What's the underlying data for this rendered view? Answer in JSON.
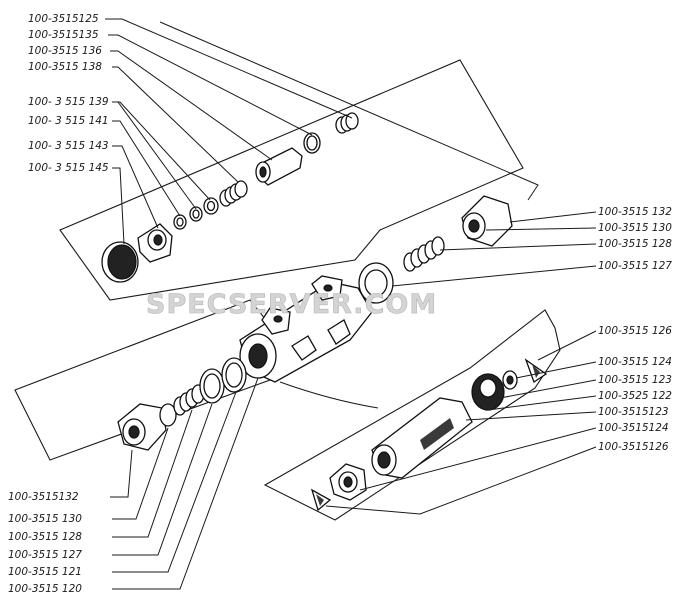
{
  "watermark": "SPECSERVER.COM",
  "labels_top_left": [
    "100-3515125",
    "100-3515135",
    "100-3515 136",
    "100-3515 138",
    "100- 3 515 139",
    "100- 3 515 141",
    "100- 3 515 143",
    "100- 3 515 145"
  ],
  "labels_right": [
    "100-3515 132",
    "100-3515 130",
    "100-3515 128",
    "100-3515 127",
    "100-3515 126",
    "100-3515 124",
    "100-3515 123",
    "100-3525 122",
    "100-3515123",
    "100-3515124",
    "100-3515126"
  ],
  "labels_bottom_left": [
    "100-3515132",
    "100-3515 130",
    "100-3515 128",
    "100-3515 127",
    "100-3515 121",
    "100-3515 120"
  ]
}
